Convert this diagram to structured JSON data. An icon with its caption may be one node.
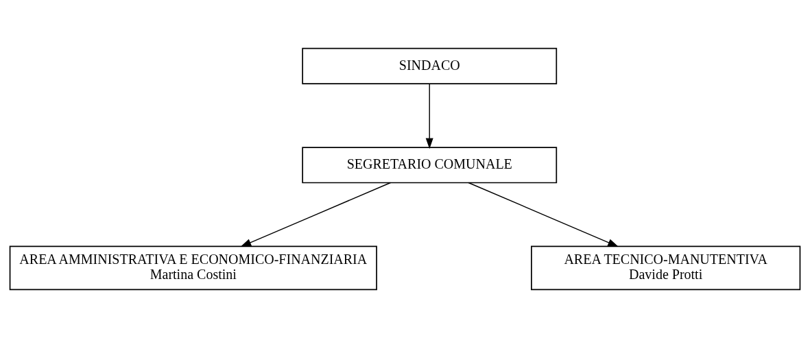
{
  "diagram": {
    "nodes": [
      {
        "text": [
          "SINDACO"
        ]
      },
      {
        "text": [
          "SEGRETARIO COMUNALE"
        ]
      },
      {
        "text": [
          "AREA AMMINISTRATIVA E ECONOMICO-FINANZIARIA",
          "Martina Costini"
        ]
      },
      {
        "text": [
          "AREA TECNICO-MANUTENTIVA",
          "Davide Protti"
        ]
      }
    ],
    "edges": [
      {
        "from": 0,
        "to": 1,
        "arrow": "to"
      },
      {
        "from": 1,
        "to": 2,
        "arrow": "to"
      },
      {
        "from": 1,
        "to": 3,
        "arrow": "to"
      }
    ]
  }
}
